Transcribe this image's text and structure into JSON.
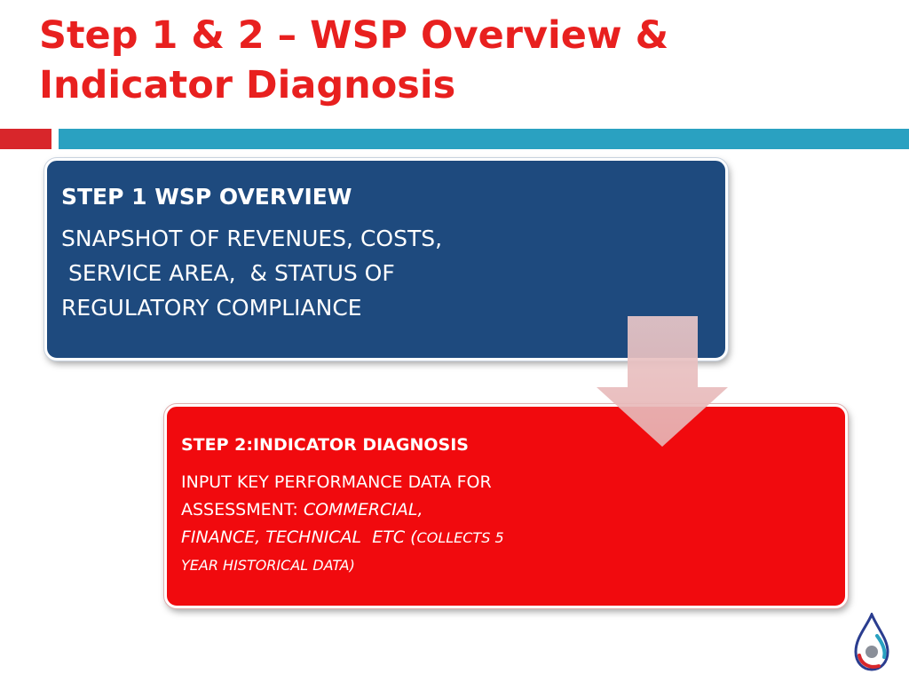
{
  "slide": {
    "title_line1": "Step 1 & 2 – WSP Overview &",
    "title_line2": "Indicator Diagnosis"
  },
  "step1": {
    "heading": "STEP 1 WSP OVERVIEW",
    "body_line1": "SNAPSHOT OF REVENUES, COSTS,",
    "body_line2": " SERVICE AREA,  & STATUS OF",
    "body_line3": "REGULATORY COMPLIANCE"
  },
  "step2": {
    "heading": "STEP 2:INDICATOR DIAGNOSIS",
    "body_line1": "INPUT KEY PERFORMANCE DATA FOR",
    "body_line2_plain": "ASSESSMENT: ",
    "body_line2_italic": "COMMERCIAL,",
    "body_line3_italic": "FINANCE, TECHNICAL  ETC (",
    "body_line3_small": "COLLECTS 5",
    "body_line4_small": "YEAR HISTORICAL DATA)"
  },
  "icons": {
    "arrow": "down-arrow-icon",
    "logo": "water-drop-logo-icon"
  },
  "colors": {
    "title": "#e8201f",
    "step1_fill": "#1e4a7e",
    "step2_fill": "#f10a0e",
    "rule_red": "#d8262b",
    "rule_blue": "#2aa1c1"
  }
}
